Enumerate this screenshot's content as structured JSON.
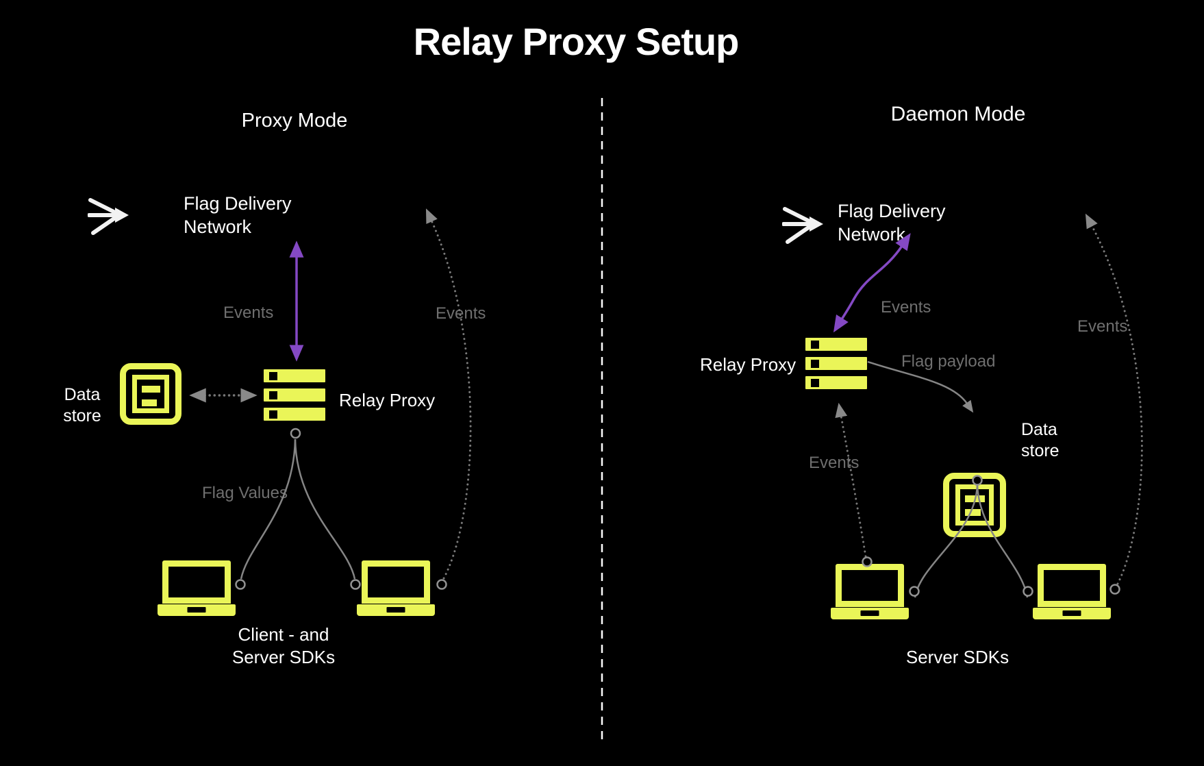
{
  "title": "Relay Proxy Setup",
  "colors": {
    "background": "#000000",
    "node_yellow": "#EAF558",
    "events_purple": "#8449C4",
    "flow_label_gray": "#6F6F6F",
    "line_gray": "#858585",
    "text_white": "#FFFFFF"
  },
  "proxy_mode": {
    "heading": "Proxy Mode",
    "flag_delivery_network": "Flag Delivery Network",
    "events_fdn": "Events",
    "events_sdk": "Events",
    "data_store": "Data store",
    "relay_proxy": "Relay Proxy",
    "flag_values": "Flag Values",
    "sdk_caption": "Client - and Server SDKs"
  },
  "daemon_mode": {
    "heading": "Daemon Mode",
    "flag_delivery_network": "Flag Delivery Network",
    "events_fdn": "Events",
    "events_relay": "Events",
    "events_sdk": "Events",
    "relay_proxy": "Relay Proxy",
    "flag_payload": "Flag payload",
    "data_store": "Data store",
    "sdk_caption": "Server SDKs"
  },
  "icons": {
    "flag_delivery_network": "flag-delivery-arrow-icon",
    "relay_proxy": "server-stack-icon",
    "data_store": "data-store-icon",
    "sdk": "laptop-icon"
  }
}
